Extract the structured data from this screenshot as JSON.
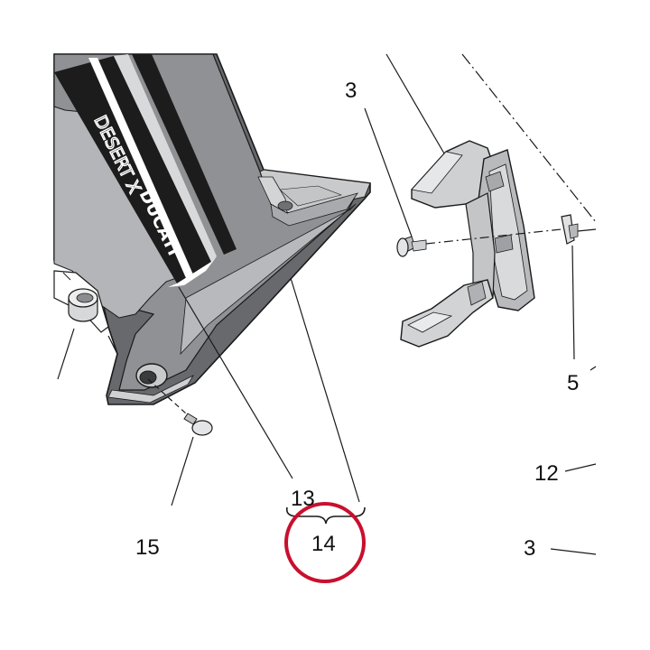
{
  "logo_text": {
    "line1": "DUCATI",
    "line2": "DESERT X"
  },
  "colors": {
    "panel_dark": "#5a5c5f",
    "panel_mid": "#8f9194",
    "panel_light": "#c9cacc",
    "stripe_black": "#1c1c1c",
    "highlight_circle": "#c8102e",
    "line": "#1a1a1a"
  },
  "callouts": [
    {
      "id": "c3a",
      "text": "3"
    },
    {
      "id": "c5",
      "text": "5"
    },
    {
      "id": "c12",
      "text": "12"
    },
    {
      "id": "c3b",
      "text": "3"
    },
    {
      "id": "c13",
      "text": "13"
    },
    {
      "id": "c14",
      "text": "14"
    },
    {
      "id": "c15",
      "text": "15"
    }
  ],
  "highlight": {
    "target": "14"
  }
}
